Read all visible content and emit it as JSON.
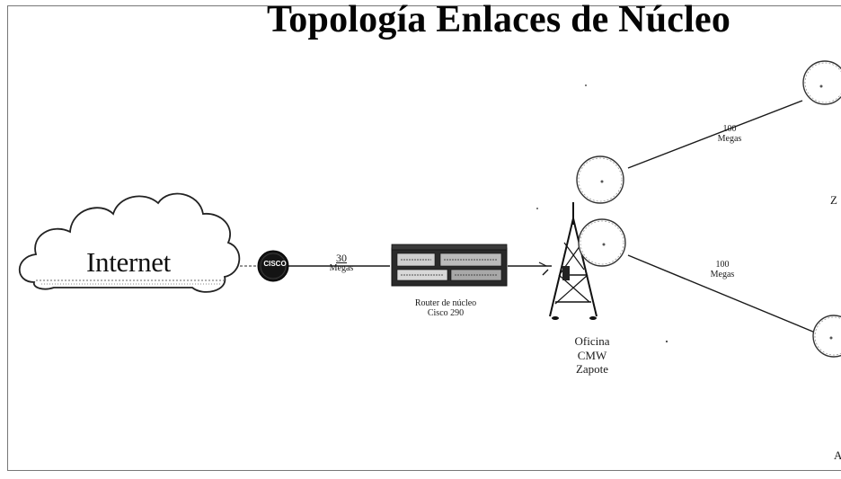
{
  "title": "Topología Enlaces de Núcleo",
  "nodes": {
    "internet": "Internet",
    "cisco_logo": "CISCO",
    "router": {
      "line1": "Router de núcleo",
      "line2": "Cisco 290"
    },
    "office": {
      "line1": "Oficina",
      "line2": "CMW",
      "line3": "Zapote"
    },
    "edge_label_right_upper": "Z",
    "edge_label_right_lower": "A"
  },
  "links": {
    "internet_to_router": {
      "value": "30",
      "unit": "Megas"
    },
    "office_to_upper": {
      "value": "100",
      "unit": "Megas"
    },
    "office_to_lower": {
      "value": "100",
      "unit": "Megas"
    }
  },
  "colors": {
    "line": "#1a1a1a",
    "cloud_fill": "#ffffff",
    "cloud_stroke": "#222222",
    "cisco_fill": "#141414",
    "router_fill": "#2a2a2a",
    "tower_stroke": "#111111",
    "dish_stroke": "#444444"
  }
}
